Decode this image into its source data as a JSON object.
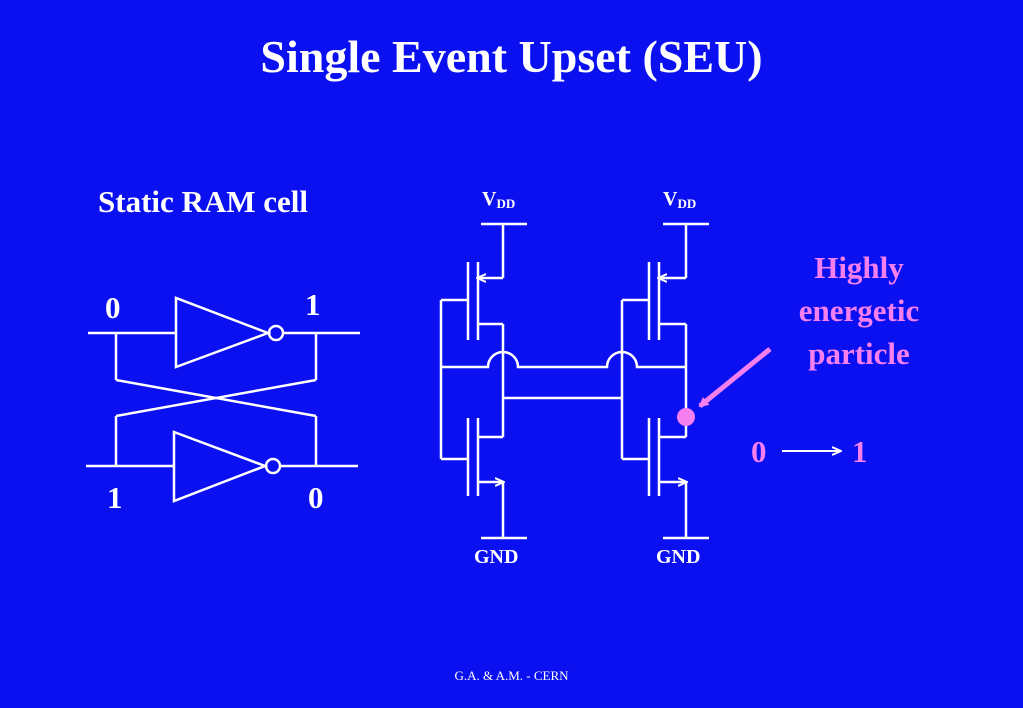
{
  "title": "Single Event Upset (SEU)",
  "sram": {
    "label": "Static RAM cell",
    "top_left_bit": "0",
    "top_right_bit": "1",
    "bottom_left_bit": "1",
    "bottom_right_bit": "0"
  },
  "circuit": {
    "vdd_left": {
      "main": "V",
      "sub": "DD"
    },
    "vdd_right": {
      "main": "V",
      "sub": "DD"
    },
    "gnd_left": "GND",
    "gnd_right": "GND"
  },
  "particle": {
    "line1": "Highly",
    "line2": "energetic",
    "line3": "particle",
    "from_value": "0",
    "to_value": "1"
  },
  "footer": "G.A. & A.M.  -  CERN",
  "colors": {
    "background": "#0B10F0",
    "text": "#ffffff",
    "highlight": "#F57FEE"
  }
}
